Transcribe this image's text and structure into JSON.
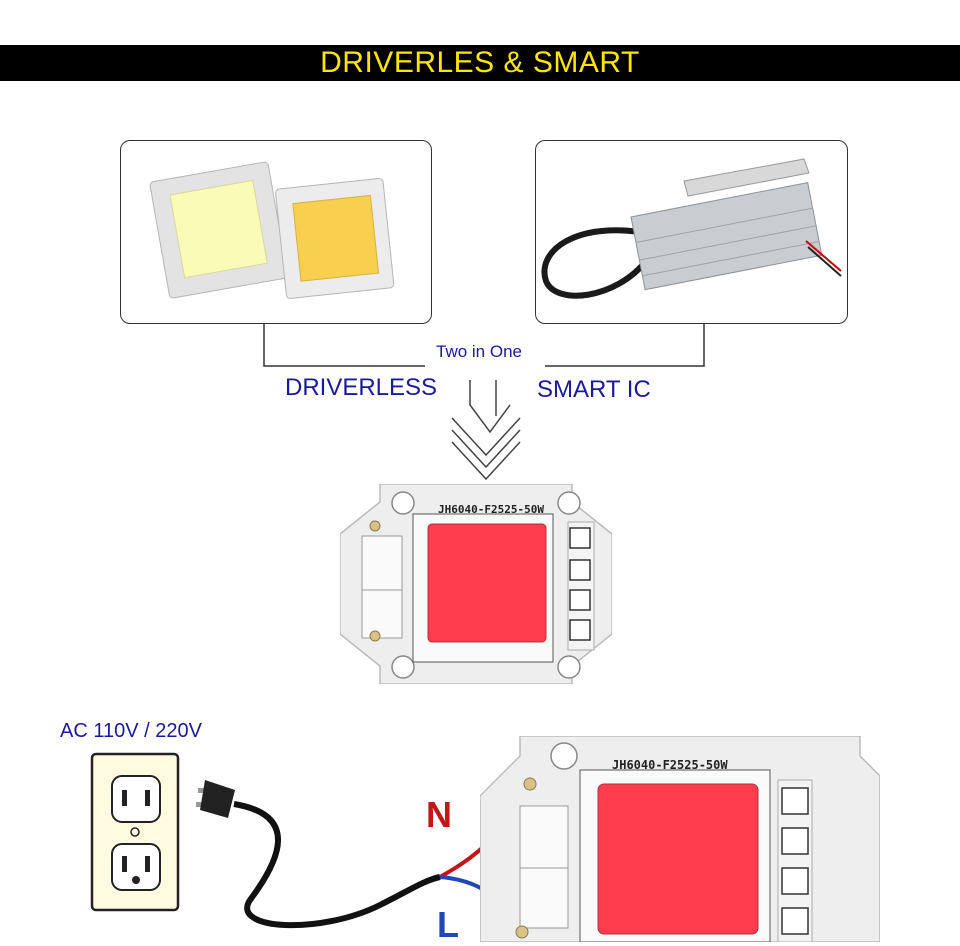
{
  "banner": {
    "title": "DRIVERLES  &  SMART"
  },
  "flow": {
    "center_label": "Two in One",
    "left_label": "DRIVERLESS",
    "right_label": "SMART IC"
  },
  "chip": {
    "model": "JH6040-F2525-50W"
  },
  "wiring": {
    "supply_label": "AC 110V / 220V",
    "neutral_label": "N",
    "line_label": "L"
  },
  "colors": {
    "banner_bg": "#000000",
    "banner_text": "#ffe600",
    "label_blue": "#1a1a9c",
    "led_red": "#ff3d4f",
    "neutral_red": "#c41616",
    "line_blue": "#1f48b4"
  }
}
